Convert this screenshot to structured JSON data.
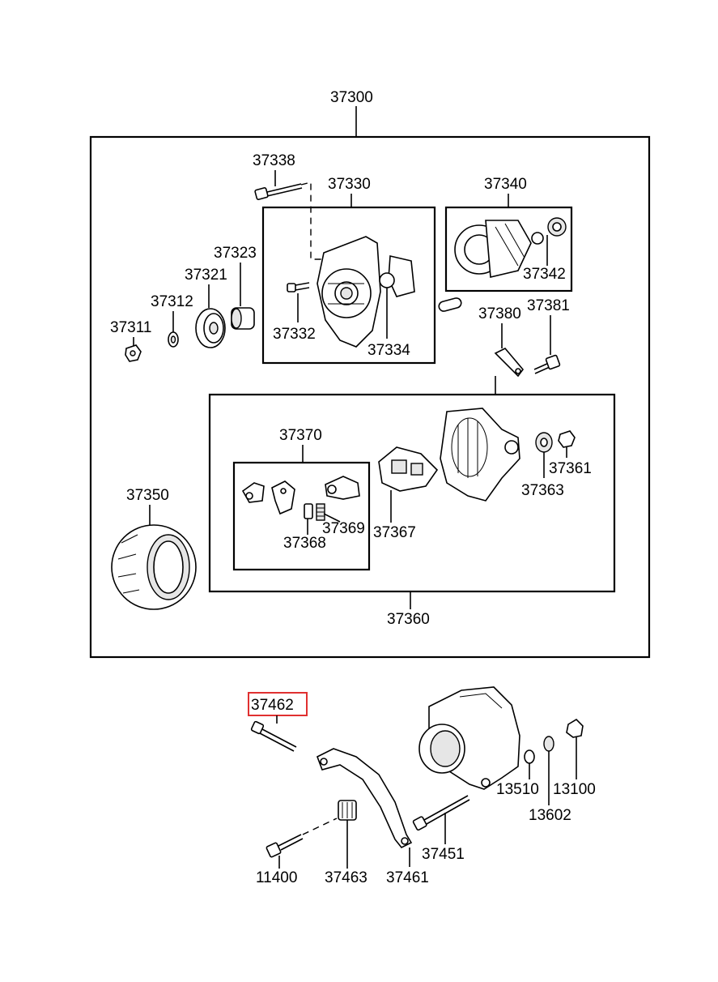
{
  "labels": {
    "p37300": "37300",
    "p37338": "37338",
    "p37330": "37330",
    "p37340": "37340",
    "p37323": "37323",
    "p37321": "37321",
    "p37312": "37312",
    "p37311": "37311",
    "p37332": "37332",
    "p37334": "37334",
    "p37342": "37342",
    "p37380": "37380",
    "p37381": "37381",
    "p37370": "37370",
    "p37350": "37350",
    "p37361": "37361",
    "p37363": "37363",
    "p37367": "37367",
    "p37368": "37368",
    "p37369": "37369",
    "p37360": "37360",
    "p37462": "37462",
    "p13510": "13510",
    "p13100": "13100",
    "p13602": "13602",
    "p37451": "37451",
    "p11400": "11400",
    "p37463": "37463",
    "p37461": "37461"
  },
  "highlight_color": "#e03030"
}
